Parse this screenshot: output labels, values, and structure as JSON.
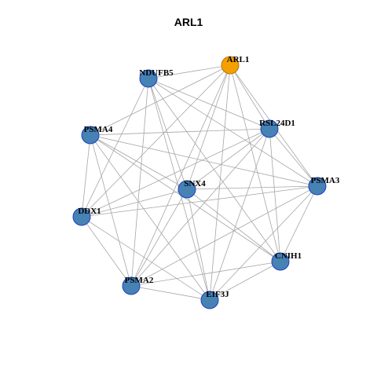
{
  "title": "ARL1",
  "colors": {
    "edge": "#a6a6a6",
    "node_fill": "#4682b4",
    "node_stroke": "#1f3fbf",
    "focus_fill": "#f5a000",
    "focus_stroke": "#b57400",
    "label": "#000000"
  },
  "nodes": [
    {
      "id": "ARL1",
      "label": "ARL1",
      "focus": true
    },
    {
      "id": "NDUFB5",
      "label": "NDUFB5"
    },
    {
      "id": "RSL24D1",
      "label": "RSL24D1"
    },
    {
      "id": "PSMA4",
      "label": "PSMA4"
    },
    {
      "id": "PSMA3",
      "label": "PSMA3"
    },
    {
      "id": "SNX4",
      "label": "SNX4"
    },
    {
      "id": "DDX1",
      "label": "DDX1"
    },
    {
      "id": "CNIH1",
      "label": "CNIH1"
    },
    {
      "id": "PSMA2",
      "label": "PSMA2"
    },
    {
      "id": "EIF3J",
      "label": "EIF3J"
    }
  ],
  "edges": [
    [
      "ARL1",
      "NDUFB5"
    ],
    [
      "ARL1",
      "RSL24D1"
    ],
    [
      "ARL1",
      "PSMA4"
    ],
    [
      "ARL1",
      "PSMA3"
    ],
    [
      "ARL1",
      "SNX4"
    ],
    [
      "ARL1",
      "DDX1"
    ],
    [
      "ARL1",
      "CNIH1"
    ],
    [
      "ARL1",
      "PSMA2"
    ],
    [
      "ARL1",
      "EIF3J"
    ],
    [
      "NDUFB5",
      "RSL24D1"
    ],
    [
      "NDUFB5",
      "PSMA3"
    ],
    [
      "NDUFB5",
      "SNX4"
    ],
    [
      "NDUFB5",
      "DDX1"
    ],
    [
      "NDUFB5",
      "CNIH1"
    ],
    [
      "NDUFB5",
      "PSMA2"
    ],
    [
      "NDUFB5",
      "EIF3J"
    ],
    [
      "RSL24D1",
      "PSMA4"
    ],
    [
      "RSL24D1",
      "PSMA3"
    ],
    [
      "RSL24D1",
      "SNX4"
    ],
    [
      "RSL24D1",
      "DDX1"
    ],
    [
      "RSL24D1",
      "CNIH1"
    ],
    [
      "RSL24D1",
      "PSMA2"
    ],
    [
      "RSL24D1",
      "EIF3J"
    ],
    [
      "PSMA4",
      "PSMA3"
    ],
    [
      "PSMA4",
      "SNX4"
    ],
    [
      "PSMA4",
      "DDX1"
    ],
    [
      "PSMA4",
      "CNIH1"
    ],
    [
      "PSMA4",
      "PSMA2"
    ],
    [
      "PSMA4",
      "EIF3J"
    ],
    [
      "PSMA3",
      "SNX4"
    ],
    [
      "PSMA3",
      "DDX1"
    ],
    [
      "PSMA3",
      "CNIH1"
    ],
    [
      "PSMA3",
      "PSMA2"
    ],
    [
      "PSMA3",
      "EIF3J"
    ],
    [
      "SNX4",
      "DDX1"
    ],
    [
      "SNX4",
      "CNIH1"
    ],
    [
      "SNX4",
      "PSMA2"
    ],
    [
      "SNX4",
      "EIF3J"
    ],
    [
      "DDX1",
      "PSMA2"
    ],
    [
      "DDX1",
      "EIF3J"
    ],
    [
      "CNIH1",
      "PSMA2"
    ],
    [
      "CNIH1",
      "EIF3J"
    ],
    [
      "PSMA2",
      "EIF3J"
    ]
  ]
}
